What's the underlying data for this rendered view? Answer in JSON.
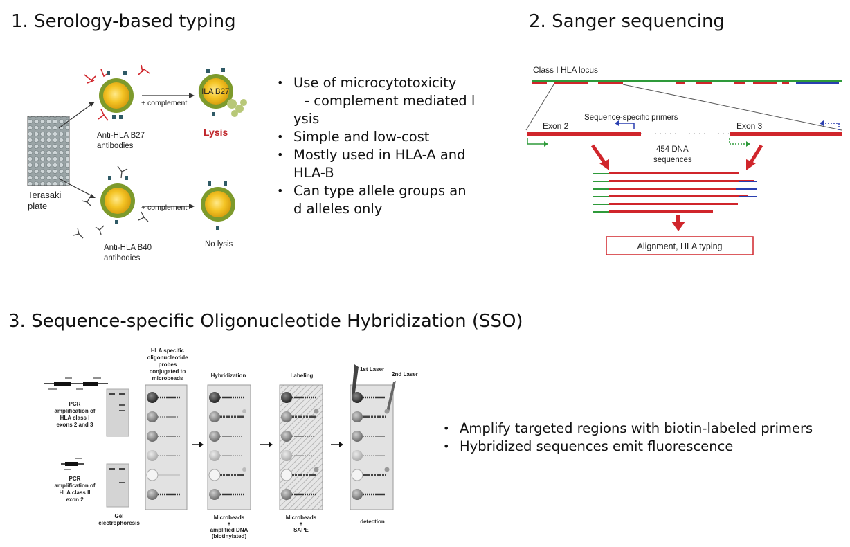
{
  "section1": {
    "title": "1. Serology-based typing",
    "labels": {
      "plate": [
        "Terasaki",
        "plate"
      ],
      "complement_top": "+ complement",
      "complement_bottom": "+ complement",
      "hla_b27": "HLA B27",
      "lysis": "Lysis",
      "anti_b27": [
        "Anti-HLA B27",
        "antibodies"
      ],
      "anti_b40": [
        "Anti-HLA B40",
        "antibodies"
      ],
      "no_lysis": "No lysis"
    },
    "bullets": [
      "Use of microcytotoxicity",
      "- complement mediated l",
      "ysis",
      "Simple and low-cost",
      "Mostly used in HLA-A and",
      "HLA-B",
      "Can type allele groups an",
      "d alleles only"
    ]
  },
  "section2": {
    "title": "2. Sanger sequencing",
    "labels": {
      "locus": "Class I HLA locus",
      "primers": "Sequence-specific primers",
      "exon2": "Exon 2",
      "exon3": "Exon 3",
      "dna": [
        "454 DNA",
        "sequences"
      ],
      "alignment": "Alignment, HLA typing"
    }
  },
  "section3": {
    "title": "3. Sequence-specific Oligonucleotide Hybridization (SSO)",
    "labels": {
      "pcr1": [
        "PCR",
        "amplification of",
        "HLA class I",
        "exons 2 and 3"
      ],
      "pcr2": [
        "PCR",
        "amplification of",
        "HLA class II",
        "exon 2"
      ],
      "gel": [
        "Gel",
        "electrophoresis"
      ],
      "probes": [
        "HLA specific",
        "oligonucleotide",
        "probes",
        "conjugated to",
        "microbeads"
      ],
      "hybridization": "Hybridization",
      "labeling": "Labeling",
      "laser1": "1st Laser",
      "laser2": "2nd Laser",
      "mb_dna": [
        "Microbeads",
        "+",
        "amplified DNA",
        "(biotinylated)"
      ],
      "mb_sape": [
        "Microbeads",
        "+",
        "SAPE"
      ],
      "detection": "detection"
    },
    "bullets": [
      "Amplify targeted regions with biotin-labeled primers",
      "Hybridized sequences emit fluorescence"
    ]
  },
  "colors": {
    "red": "#d0252b",
    "green": "#2e9a3a",
    "blue": "#2a3fb0",
    "cell_yellow": "#f2c21c",
    "cell_green": "#7d9a2c",
    "lysis_red": "#c0262b"
  }
}
